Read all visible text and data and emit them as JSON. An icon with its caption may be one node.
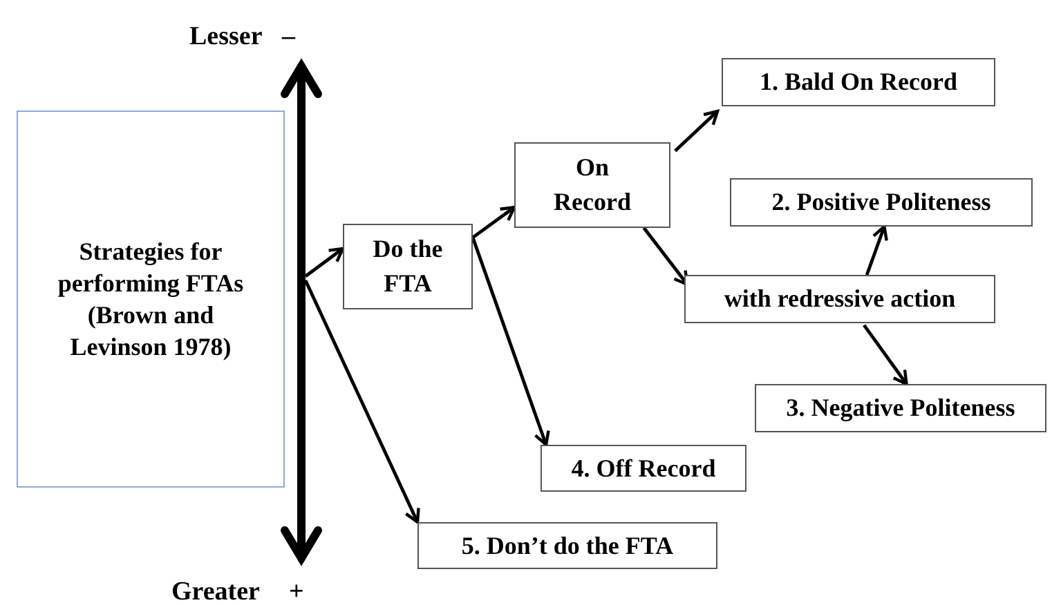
{
  "diagram": {
    "nodes": [
      {
        "text": [
          "Strategies for performing FTAs (Brown and Levinson 1978)"
        ]
      },
      {
        "text": [
          "Do the FTA"
        ]
      },
      {
        "text": [
          "On Record"
        ]
      },
      {
        "text": [
          "1. Bald On Record"
        ]
      },
      {
        "text": [
          "2. Positive Politeness"
        ]
      },
      {
        "text": [
          "with redressive action"
        ]
      },
      {
        "text": [
          "3. Negative Politeness"
        ]
      },
      {
        "text": [
          "4. Off Record"
        ]
      },
      {
        "text": [
          "5. Don’t do the FTA"
        ]
      }
    ],
    "edges": [
      {
        "from": null,
        "to": 1,
        "arrow": "to"
      },
      {
        "from": null,
        "to": 8,
        "arrow": "to"
      },
      {
        "from": 1,
        "to": 2,
        "arrow": "to"
      },
      {
        "from": 1,
        "to": 7,
        "arrow": "to"
      },
      {
        "from": 2,
        "to": 3,
        "arrow": "to"
      },
      {
        "from": 2,
        "to": 5,
        "arrow": "to"
      },
      {
        "from": 5,
        "to": 4,
        "arrow": "to"
      },
      {
        "from": 5,
        "to": 6,
        "arrow": "to"
      }
    ],
    "labels": [
      "Lesser",
      "–",
      "Greater",
      "+"
    ]
  }
}
